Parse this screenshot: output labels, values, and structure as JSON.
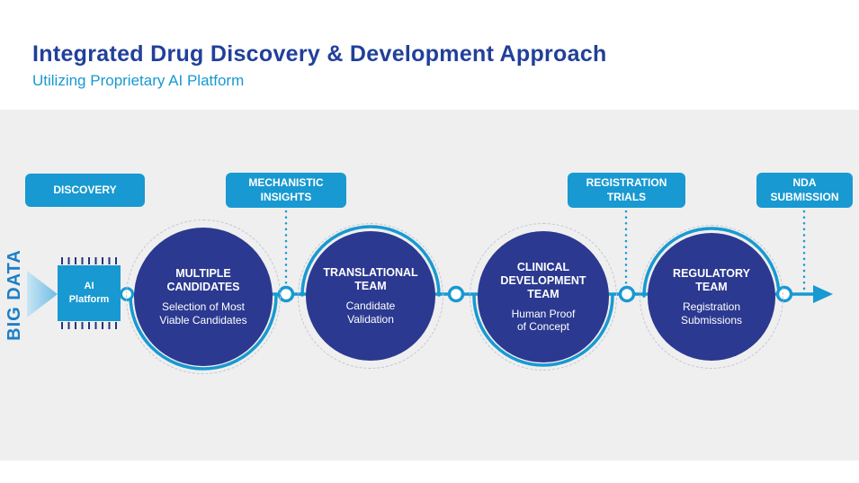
{
  "header": {
    "title": "Integrated Drug Discovery & Development Approach",
    "subtitle": "Utilizing Proprietary AI Platform"
  },
  "tags": {
    "discovery": "DISCOVERY",
    "mechanistic_insights": "MECHANISTIC\nINSIGHTS",
    "registration_trials": "REGISTRATION\nTRIALS",
    "nda_submission": "NDA\nSUBMISSION"
  },
  "big_data_label": "BIG DATA",
  "ai_chip_label": "AI\nPlatform",
  "stages": [
    {
      "title": "MULTIPLE\nCANDIDATES",
      "subtitle": "Selection of Most\nViable Candidates"
    },
    {
      "title": "TRANSLATIONAL\nTEAM",
      "subtitle": "Candidate\nValidation"
    },
    {
      "title": "CLINICAL\nDEVELOPMENT\nTEAM",
      "subtitle": "Human Proof\nof Concept"
    },
    {
      "title": "REGULATORY\nTEAM",
      "subtitle": "Registration\nSubmissions"
    }
  ],
  "colors": {
    "title_navy": "#21409A",
    "accent_cyan": "#1899D1",
    "stage_navy": "#2B3990",
    "band_gray": "#EFEFEF",
    "arrow_light_blue": "#8FC9E9",
    "chip_pin_navy": "#24357E"
  }
}
